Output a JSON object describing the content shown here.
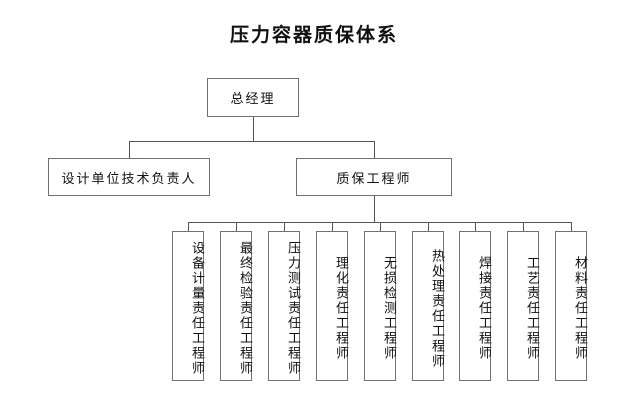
{
  "title": "压力容器质保体系",
  "nodes": {
    "top": {
      "label": "总经理"
    },
    "level2": [
      {
        "label": "设计单位技术负责人"
      },
      {
        "label": "质保工程师"
      }
    ],
    "level3": [
      {
        "label": "设备计量责任工程师"
      },
      {
        "label": "最终检验责任工程师"
      },
      {
        "label": "压力测试责任工程师"
      },
      {
        "label": "理化责任工程师"
      },
      {
        "label": "无损检测工程师"
      },
      {
        "label": "热处理责任工程师"
      },
      {
        "label": "焊接责任工程师"
      },
      {
        "label": "工艺责任工程师"
      },
      {
        "label": "材料责任工程师"
      }
    ]
  },
  "colors": {
    "border": "#6b7278",
    "connector": "#4f565c",
    "text": "#111111",
    "background": "#ffffff"
  }
}
